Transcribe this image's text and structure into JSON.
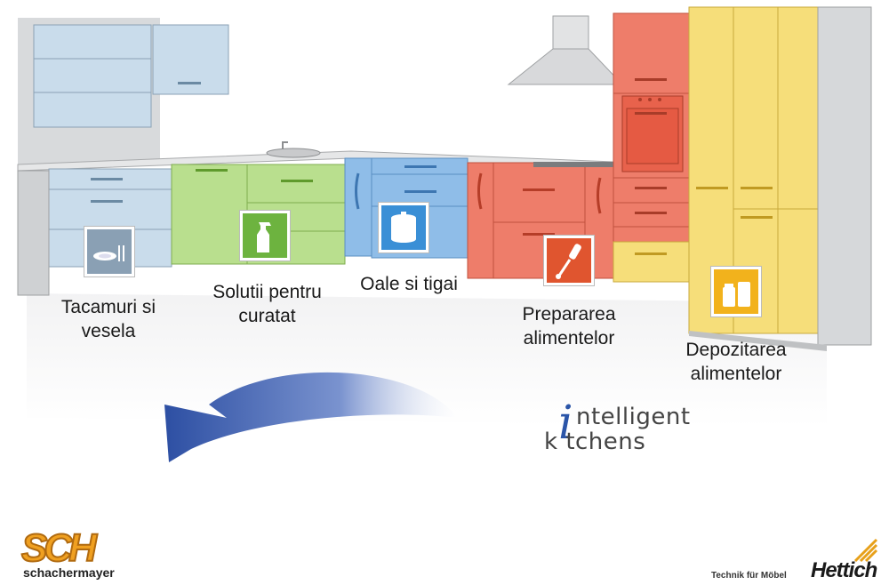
{
  "zones": [
    {
      "id": "cutlery",
      "label_line1": "Tacamuri si",
      "label_line2": "vesela",
      "color": "#c9dceb",
      "icon": "plate-cutlery-icon",
      "icon_bg": "#8aa0b4"
    },
    {
      "id": "cleaning",
      "label_line1": "Solutii pentru",
      "label_line2": "curatat",
      "color": "#b9df8e",
      "icon": "spray-bottle-icon",
      "icon_bg": "#6db33f"
    },
    {
      "id": "pots",
      "label_line1": "Oale si tigai",
      "label_line2": "",
      "color": "#8fbde8",
      "icon": "cooking-pot-icon",
      "icon_bg": "#3a8fd6"
    },
    {
      "id": "prep",
      "label_line1": "Prepararea",
      "label_line2": "alimentelor",
      "color": "#ee7d6a",
      "icon": "hand-blender-icon",
      "icon_bg": "#e0552f"
    },
    {
      "id": "storage",
      "label_line1": "Depozitarea",
      "label_line2": "alimentelor",
      "color": "#f6de7a",
      "icon": "storage-jars-icon",
      "icon_bg": "#f2b21c"
    }
  ],
  "brand": {
    "intelligent": "ntelligent",
    "kitchens": "k tchens",
    "i_color": "#2b55a8"
  },
  "footer": {
    "sch_logo": "SCH",
    "sch_name": "schachermayer",
    "tagline": "Technik für Möbel",
    "hettich": "Hettich"
  },
  "colors": {
    "arrow": "#3e63b5"
  }
}
